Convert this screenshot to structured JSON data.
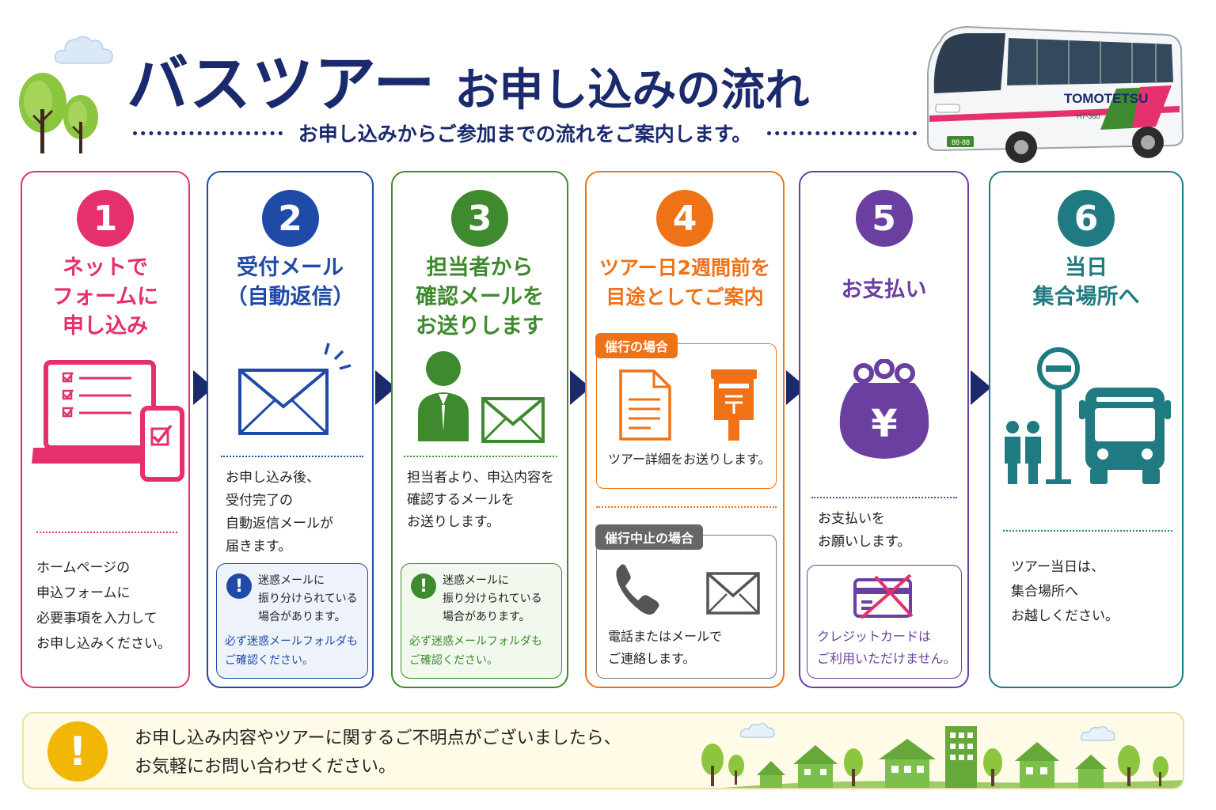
{
  "header": {
    "title_main": "バスツアー",
    "title_sub": "お申し込みの流れ",
    "subtitle": "お申し込みからご参加までの流れをご案内します。",
    "bus_brand": "TOMOTETSU",
    "bus_code": "H7-360",
    "bus_plate": "88-88"
  },
  "colors": {
    "navy": "#1a2a6c",
    "step1": "#e4306d",
    "step2": "#1f4aa8",
    "step3": "#3f8a2e",
    "step4": "#f07217",
    "step5": "#6a3fa0",
    "step6": "#1f7a82",
    "warning": "#f2b705"
  },
  "steps": [
    {
      "number": "1",
      "title": "ネットで\nフォームに\n申し込み",
      "icon": "laptop-smartphone-form-icon",
      "description": "ホームページの\n申込フォームに\n必要事項を入力して\nお申し込みください。"
    },
    {
      "number": "2",
      "title": "受付メール\n（自動返信）",
      "icon": "envelope-icon",
      "description": "お申し込み後、\n受付完了の\n自動返信メールが\n届きます。",
      "warning": {
        "text": "迷惑メールに\n振り分けられている\n場合があります。",
        "note": "必ず迷惑メールフォルダも\nご確認ください。"
      }
    },
    {
      "number": "3",
      "title": "担当者から\n確認メールを\nお送りします",
      "icon": "person-envelope-icon",
      "description": "担当者より、申込内容を\n確認するメールを\nお送りします。",
      "warning": {
        "text": "迷惑メールに\n振り分けられている\n場合があります。",
        "note": "必ず迷惑メールフォルダも\nご確認ください。"
      }
    },
    {
      "number": "4",
      "title": "ツアー日2週間前を\n目途としてご案内",
      "go_label": "催行の場合",
      "go_text": "ツアー詳細をお送りします。",
      "cancel_label": "催行中止の場合",
      "cancel_text": "電話またはメールで\nご連絡します。"
    },
    {
      "number": "5",
      "title": "お支払い",
      "icon": "yen-purse-icon",
      "description": "お支払いを\nお願いします。",
      "credit_note": "クレジットカードは\nご利用いただけません。"
    },
    {
      "number": "6",
      "title": "当日\n集合場所へ",
      "icon": "bus-stop-icon",
      "description": "ツアー当日は、\n集合場所へ\nお越しください。"
    }
  ],
  "footer": {
    "text": "お申し込み内容やツアーに関するご不明点がございましたら、\nお気軽にお問い合わせください。"
  }
}
